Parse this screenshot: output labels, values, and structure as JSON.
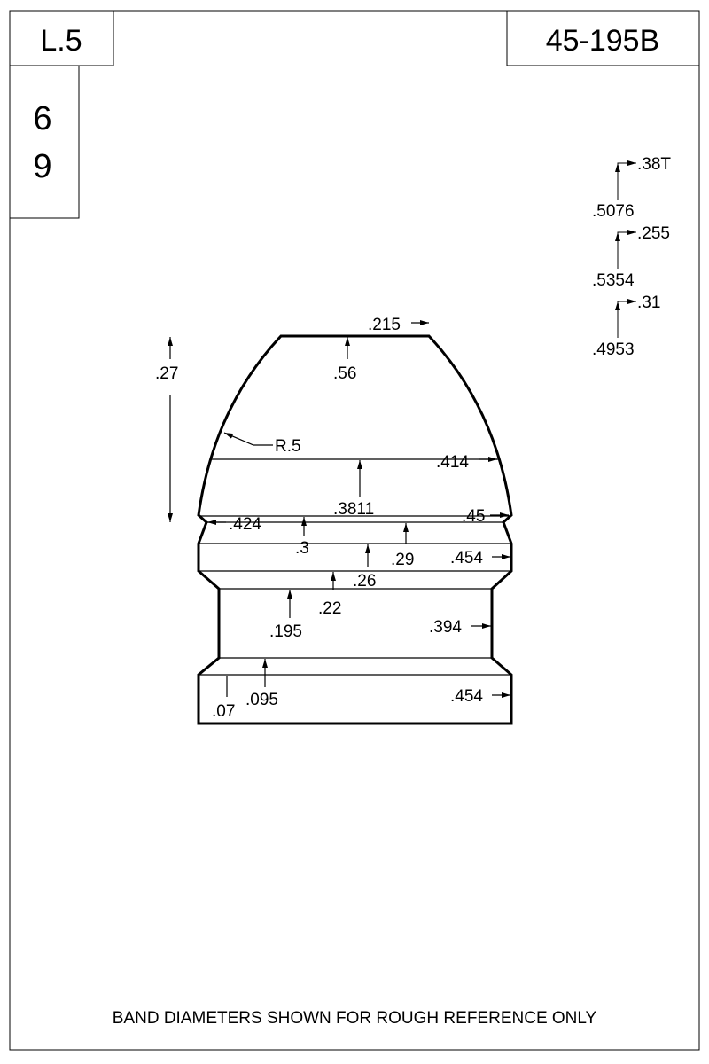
{
  "header": {
    "left_label": "L.5",
    "right_label": "45-195B",
    "side_line1": "6",
    "side_line2": "9"
  },
  "groove_specs": [
    {
      "top": ".38T",
      "bottom": ".5076"
    },
    {
      "top": ".255",
      "bottom": ".5354"
    },
    {
      "top": ".31",
      "bottom": ".4953"
    }
  ],
  "dimensions": {
    "meplat": ".215",
    "nose_length": ".56",
    "overall": ".27",
    "radius": "R.5",
    "d414": ".414",
    "d3811": ".3811",
    "d45": ".45",
    "d424": ".424",
    "d3": ".3",
    "d29": ".29",
    "d454_top": ".454",
    "d26": ".26",
    "d22": ".22",
    "d195": ".195",
    "d394": ".394",
    "d095": ".095",
    "d07": ".07",
    "d454_bottom": ".454"
  },
  "footer": "BAND DIAMETERS SHOWN FOR ROUGH REFERENCE ONLY"
}
